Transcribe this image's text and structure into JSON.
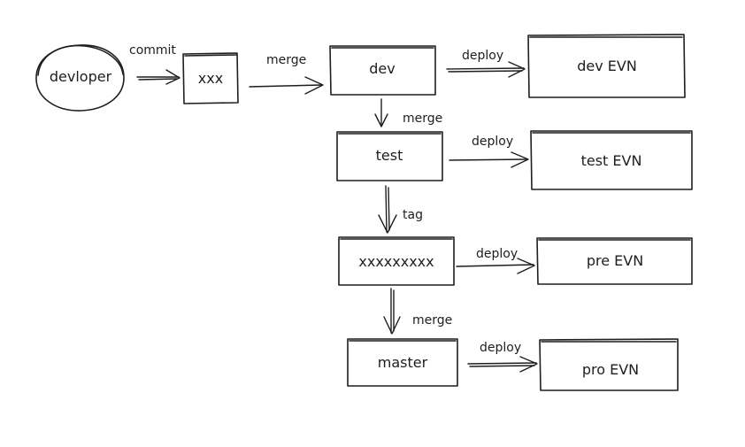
{
  "nodes": {
    "developer": "devloper",
    "commit_box": "xxx",
    "dev": "dev",
    "dev_env": "dev EVN",
    "test": "test",
    "test_env": "test EVN",
    "tag_box": "xxxxxxxxx",
    "pre_env": "pre EVN",
    "master": "master",
    "pro_env": "pro EVN"
  },
  "edges": {
    "commit": "commit",
    "merge_to_dev": "merge",
    "deploy_dev": "deploy",
    "merge_to_test": "merge",
    "deploy_test": "deploy",
    "tag": "tag",
    "deploy_pre": "deploy",
    "merge_to_master": "merge",
    "deploy_pro": "deploy"
  }
}
